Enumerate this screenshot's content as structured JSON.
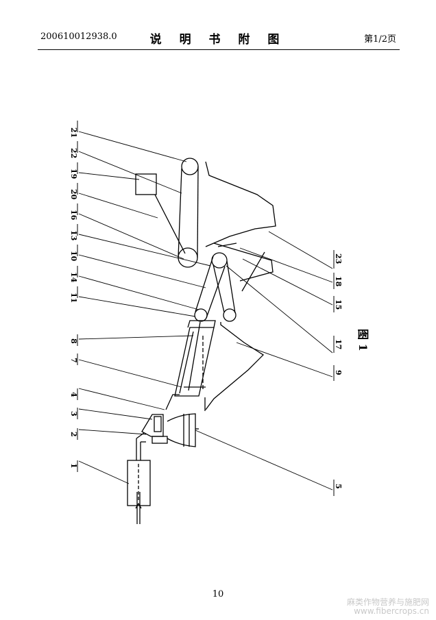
{
  "header": {
    "doc_number": "200610012938.0",
    "title": "说 明 书 附 图",
    "page": "第1/2页"
  },
  "figure": {
    "caption": "图 1",
    "labels": [
      "21",
      "22",
      "19",
      "20",
      "16",
      "13",
      "10",
      "14",
      "11",
      "8",
      "7",
      "4",
      "3",
      "2",
      "1",
      "23",
      "18",
      "15",
      "17",
      "9",
      "5"
    ]
  },
  "footer": {
    "page_number": "10"
  },
  "watermark": {
    "cn": "麻类作物营养与施肥网",
    "en": "www.fibercrops.cn"
  }
}
